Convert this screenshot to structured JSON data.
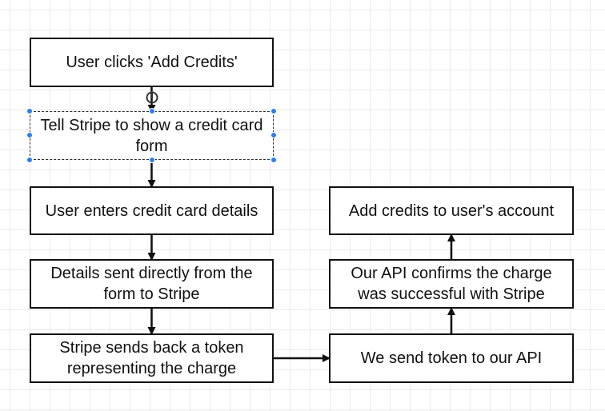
{
  "diagram": {
    "nodes": [
      {
        "id": "n1",
        "label": "User clicks 'Add Credits'"
      },
      {
        "id": "n2",
        "label": "Tell Stripe to show a credit card form",
        "selected": true
      },
      {
        "id": "n3",
        "label": "User enters credit card details"
      },
      {
        "id": "n4",
        "label": "Details sent directly from the form to Stripe"
      },
      {
        "id": "n5",
        "label": "Stripe sends back a token representing the charge"
      },
      {
        "id": "n6",
        "label": "We send token to our API"
      },
      {
        "id": "n7",
        "label": "Our API confirms the charge was successful with Stripe"
      },
      {
        "id": "n8",
        "label": "Add credits to user's account"
      }
    ],
    "edges": [
      {
        "from": "n1",
        "to": "n2"
      },
      {
        "from": "n2",
        "to": "n3"
      },
      {
        "from": "n3",
        "to": "n4"
      },
      {
        "from": "n4",
        "to": "n5"
      },
      {
        "from": "n5",
        "to": "n6"
      },
      {
        "from": "n6",
        "to": "n7"
      },
      {
        "from": "n7",
        "to": "n8"
      }
    ],
    "colors": {
      "stroke": "#111111",
      "selection": "#2e7df0",
      "grid": "#ebebeb"
    }
  }
}
